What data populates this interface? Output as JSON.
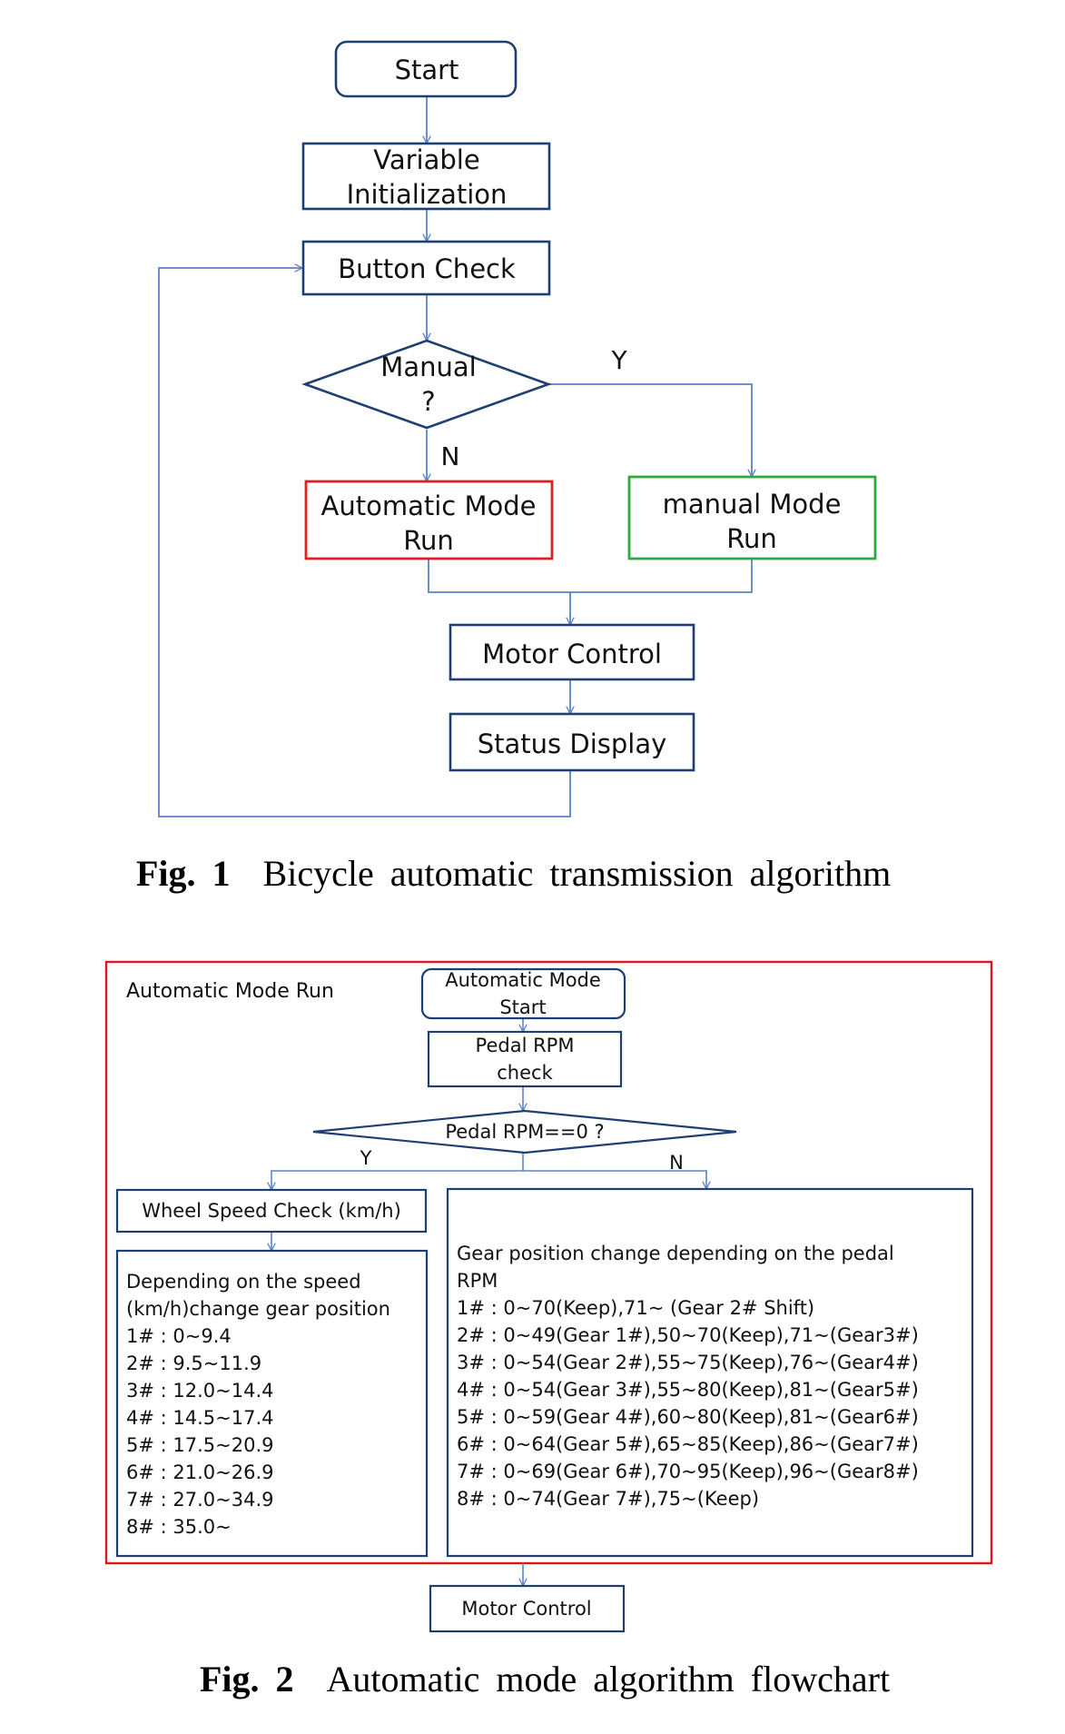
{
  "colors": {
    "box_border": "#1f3f73",
    "arrow": "#5b83c6",
    "auto_border": "#e02020",
    "manual_border": "#2eaa3a",
    "frame_border": "#e0141e"
  },
  "figure1": {
    "nodes": {
      "start": [
        "Start"
      ],
      "variable_init": [
        "Variable",
        "Initialization"
      ],
      "button_check": [
        "Button Check"
      ],
      "manual_decision": [
        "Manual",
        "?"
      ],
      "automatic_mode": [
        "Automatic Mode",
        "Run"
      ],
      "manual_mode": [
        "manual Mode",
        "Run"
      ],
      "motor_control": [
        "Motor Control"
      ],
      "status_display": [
        "Status Display"
      ]
    },
    "labels": {
      "yes": "Y",
      "no": "N"
    },
    "caption": {
      "label": "Fig. 1",
      "text": "Bicycle automatic transmission algorithm"
    }
  },
  "figure2": {
    "frame_title": "Automatic Mode Run",
    "nodes": {
      "start": [
        "Automatic Mode",
        "Start"
      ],
      "pedal_check": [
        "Pedal RPM",
        "check"
      ],
      "decision": [
        "Pedal RPM==0 ?"
      ],
      "wheel_speed": [
        "Wheel Speed Check (km/h)"
      ],
      "motor_control": [
        "Motor Control"
      ]
    },
    "labels": {
      "yes": "Y",
      "no": "N"
    },
    "speed_box": [
      "Depending on the speed",
      "(km/h)change gear position",
      "1# : 0~9.4",
      "2# : 9.5~11.9",
      "3# : 12.0~14.4",
      "4# : 14.5~17.4",
      "5# : 17.5~20.9",
      "6# : 21.0~26.9",
      "7# : 27.0~34.9",
      "8# : 35.0~"
    ],
    "rpm_box": [
      "Gear position change depending on the pedal",
      "RPM",
      "1# : 0~70(Keep),71~ (Gear 2# Shift)",
      "2# : 0~49(Gear 1#),50~70(Keep),71~(Gear3#)",
      "3# : 0~54(Gear 2#),55~75(Keep),76~(Gear4#)",
      "4# : 0~54(Gear 3#),55~80(Keep),81~(Gear5#)",
      "5# : 0~59(Gear 4#),60~80(Keep),81~(Gear6#)",
      "6# : 0~64(Gear 5#),65~85(Keep),86~(Gear7#)",
      "7# : 0~69(Gear 6#),70~95(Keep),96~(Gear8#)",
      "8# : 0~74(Gear 7#),75~(Keep)"
    ],
    "caption": {
      "label": "Fig. 2",
      "text": "Automatic mode algorithm flowchart"
    }
  }
}
